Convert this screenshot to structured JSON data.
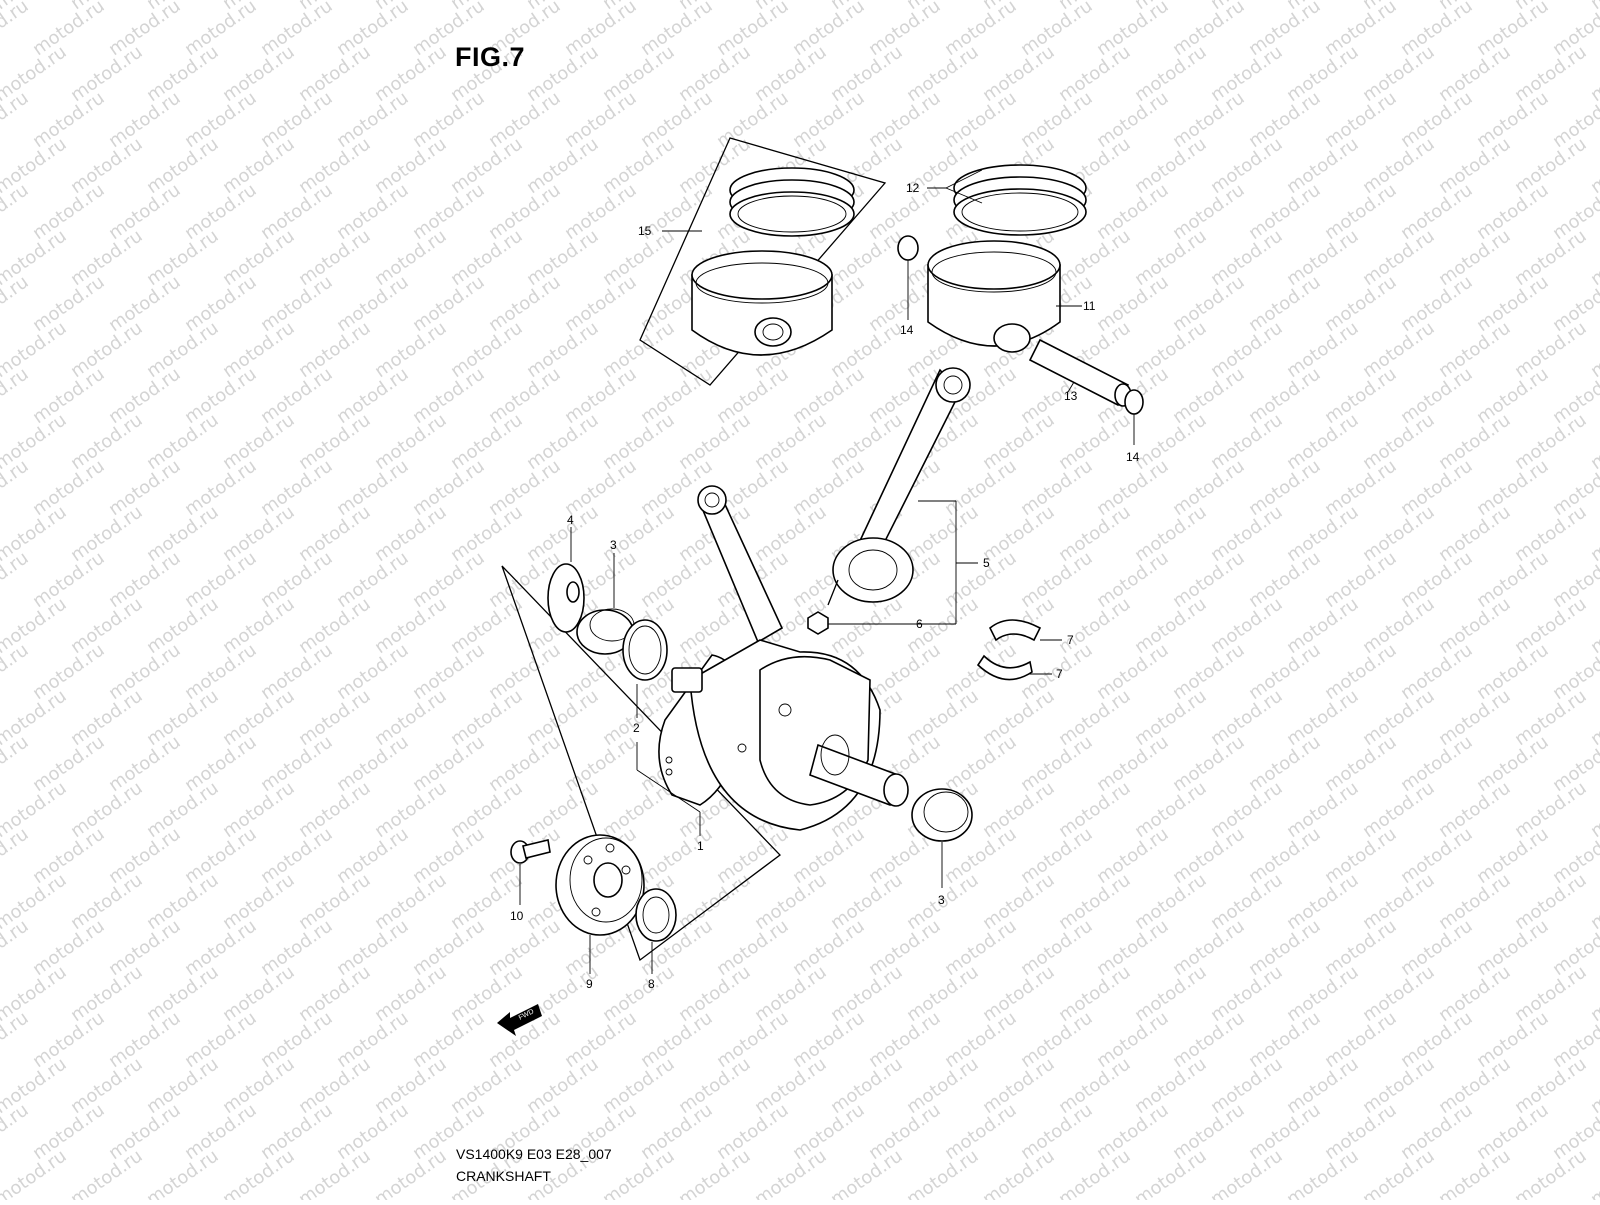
{
  "figure": {
    "title": "FIG.7"
  },
  "footer": {
    "code": "VS1400K9 E03 E28_007",
    "name": "CRANKSHAFT"
  },
  "watermark": {
    "text": "motod.ru",
    "color": "#d4d4d4"
  },
  "fwd_arrow": {
    "label": "FWD"
  },
  "callouts": [
    {
      "id": "c15",
      "label": "15"
    },
    {
      "id": "c12",
      "label": "12"
    },
    {
      "id": "c14a",
      "label": "14"
    },
    {
      "id": "c11",
      "label": "11"
    },
    {
      "id": "c13",
      "label": "13"
    },
    {
      "id": "c14b",
      "label": "14"
    },
    {
      "id": "c4",
      "label": "4"
    },
    {
      "id": "c3a",
      "label": "3"
    },
    {
      "id": "c5",
      "label": "5"
    },
    {
      "id": "c6",
      "label": "6"
    },
    {
      "id": "c7a",
      "label": "7"
    },
    {
      "id": "c7b",
      "label": "7"
    },
    {
      "id": "c2",
      "label": "2"
    },
    {
      "id": "c1",
      "label": "1"
    },
    {
      "id": "c3b",
      "label": "3"
    },
    {
      "id": "c10",
      "label": "10"
    },
    {
      "id": "c9",
      "label": "9"
    },
    {
      "id": "c8",
      "label": "8"
    }
  ]
}
